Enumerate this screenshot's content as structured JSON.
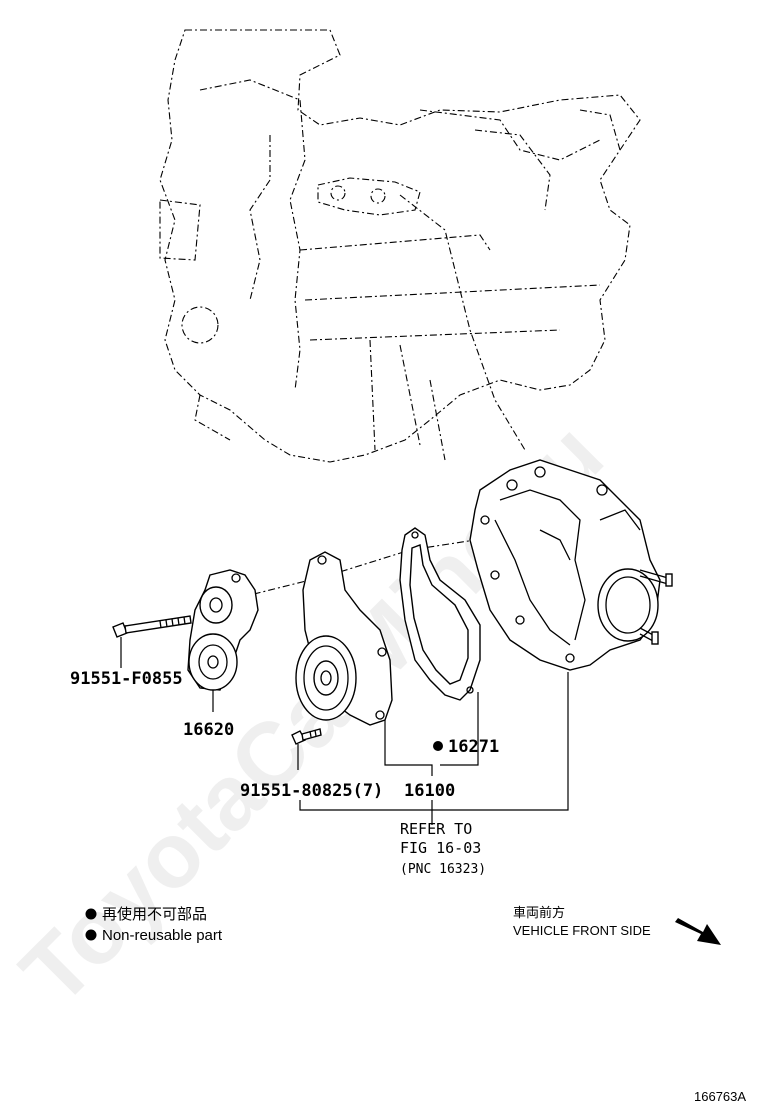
{
  "callouts": {
    "bolt_tensioner": "91551-F0855",
    "tensioner": "16620",
    "gasket": "16271",
    "bolt_pump": "91551-80825(7)",
    "water_pump": "16100"
  },
  "refer": {
    "line1": "REFER TO",
    "line2": "FIG 16-03",
    "line3": "(PNC 16323)"
  },
  "legend": {
    "jp": "再使用不可部品",
    "en": "Non-reusable part"
  },
  "direction": {
    "jp": "車両前方",
    "en": "VEHICLE FRONT SIDE"
  },
  "figure_id": "166763A",
  "watermark": "ToyotaCarMine.ru"
}
